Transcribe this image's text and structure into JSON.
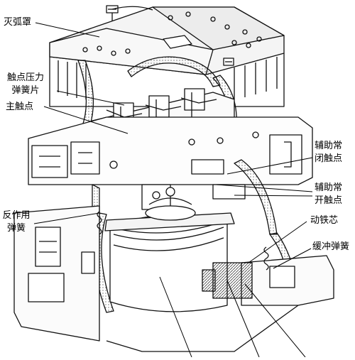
{
  "labels": {
    "arc_chute": "灭弧罩",
    "contact_spring_1": "触点压力",
    "contact_spring_2": "弹簧片",
    "main_contact": "主触点",
    "aux_nc_1": "辅助常",
    "aux_nc_2": "闭触点",
    "reaction_spring_1": "反作用",
    "reaction_spring_2": "弹簧",
    "aux_no_1": "辅助常",
    "aux_no_2": "开触点",
    "moving_core": "动铁芯",
    "buffer_spring": "缓冲弹簧"
  }
}
